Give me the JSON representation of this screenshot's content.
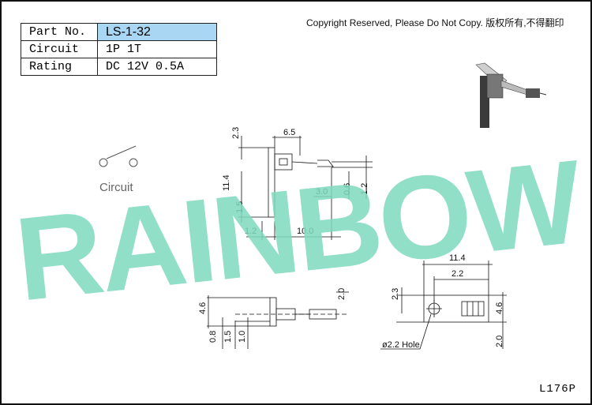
{
  "spec_table": {
    "part_no_label": "Part No.",
    "part_no_value": "LS-1-32",
    "circuit_label": "Circuit",
    "circuit_value": "1P 1T",
    "rating_label": "Rating",
    "rating_value": "DC 12V 0.5A"
  },
  "copyright": "Copyright Reserved, Please Do Not Copy. 版权所有,不得翻印",
  "watermark": "RAINBOW",
  "circuit_caption": "Circuit",
  "drawing_code": "L176P",
  "dims": {
    "top_6_5": "6.5",
    "top_2_3": "2.3",
    "top_11_4": "11.4",
    "top_1_5": "1.5",
    "top_3_0": "3.0",
    "top_0_6": "0.6",
    "top_1_2r": "1.2",
    "top_1_2b": "1.2",
    "top_10_0": "10.0",
    "side_4_6": "4.6",
    "side_2_0": "2.0",
    "side_0_8": "0.8",
    "side_1_5": "1.5",
    "side_1_0": "1.0",
    "right_11_4": "11.4",
    "right_2_2": "2.2",
    "right_2_3": "2.3",
    "right_4_6": "4.6",
    "right_2_0": "2.0",
    "hole_note": "ø2.2 Hole"
  },
  "colors": {
    "watermark": "#7fd9bd",
    "part_highlight": "#a9d6f2"
  }
}
